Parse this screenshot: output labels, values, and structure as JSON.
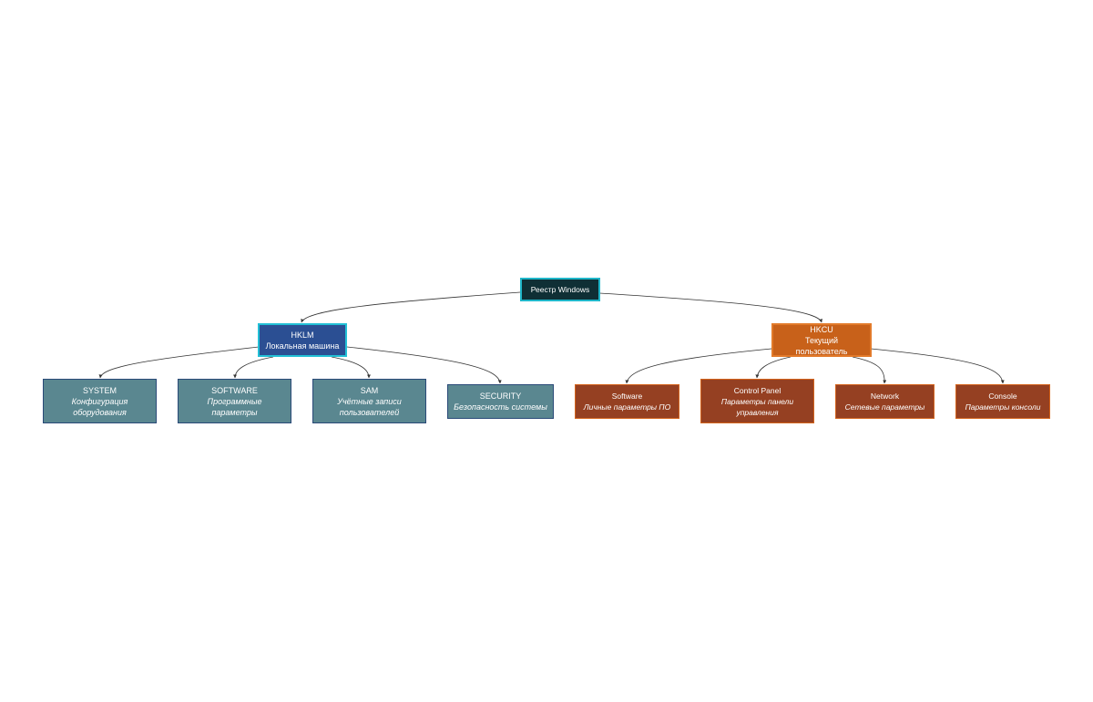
{
  "diagram": {
    "root": {
      "title": "Реестр Windows"
    },
    "hklm": {
      "title": "HKLM",
      "subtitle": "Локальная машина",
      "children": [
        {
          "title": "SYSTEM",
          "line1": "Конфигурация",
          "line2": "оборудования"
        },
        {
          "title": "SOFTWARE",
          "line1": "Программные",
          "line2": "параметры"
        },
        {
          "title": "SAM",
          "line1": "Учётные записи",
          "line2": "пользователей"
        },
        {
          "title": "SECURITY",
          "line1": "Безопасность системы",
          "line2": ""
        }
      ]
    },
    "hkcu": {
      "title": "HKCU",
      "subtitle": "Текущий пользователь",
      "children": [
        {
          "title": "Software",
          "line1": "Личные параметры ПО",
          "line2": ""
        },
        {
          "title": "Control Panel",
          "line1": "Параметры панели",
          "line2": "управления"
        },
        {
          "title": "Network",
          "line1": "Сетевые параметры",
          "line2": ""
        },
        {
          "title": "Console",
          "line1": "Параметры консоли",
          "line2": ""
        }
      ]
    },
    "colors": {
      "root_fill": "#0f2f35",
      "root_border": "#1fb6c9",
      "hklm_fill": "#2b4f93",
      "hklm_border": "#22c0d6",
      "hkcu_fill": "#c8611a",
      "hklm_child_fill": "#5a8790",
      "hkcu_child_fill": "#954022",
      "edge": "#333333"
    }
  }
}
